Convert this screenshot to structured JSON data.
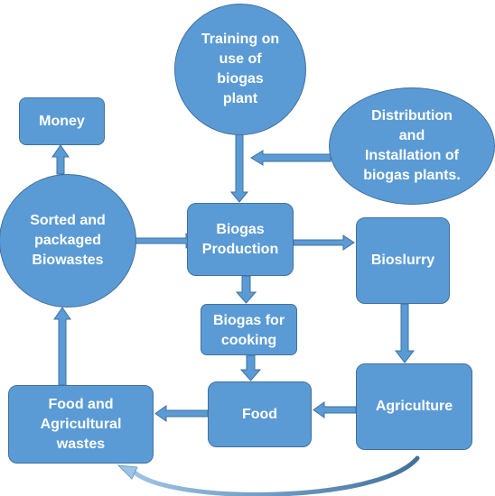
{
  "nodes": {
    "training": "Training on\nuse of\nbiogas\nplant",
    "money": "Money",
    "distribution": "Distribution\nand\nInstallation of\nbiogas plants.",
    "sorted": "Sorted and\npackaged\nBiowastes",
    "biogas_production": "Biogas\nProduction",
    "bioslurry": "Bioslurry",
    "biogas_cooking": "Biogas for\ncooking",
    "food": "Food",
    "agriculture": "Agriculture",
    "food_agri_wastes": "Food and\nAgricultural\nwastes"
  },
  "colors": {
    "fill": "#5b9bd5",
    "stroke": "#41719c",
    "text": "#ffffff"
  }
}
